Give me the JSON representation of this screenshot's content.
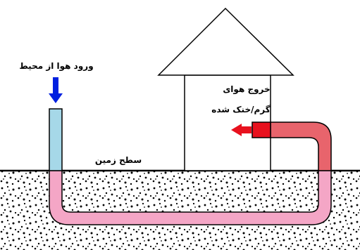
{
  "labels": {
    "air_inlet": "ورود هوا از محیط",
    "air_outlet_line1": "خروج هوای",
    "air_outlet_line2": "گرم/خنک شده",
    "ground_surface": "سطح زمین"
  },
  "colors": {
    "inlet_pipe": "#a6d8e8",
    "underground_pipe": "#f4a6c6",
    "outlet_pipe": "#e8646c",
    "outlet_nozzle": "#e8111e",
    "inlet_arrow": "#0020e0",
    "outlet_arrow": "#e8111e",
    "soil_speckle": "#000000",
    "outline": "#000000"
  }
}
